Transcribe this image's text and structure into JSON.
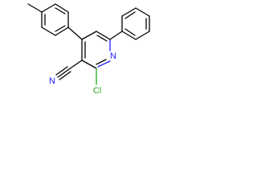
{
  "molecule": {
    "atom_labels": {
      "n_ring": "N",
      "cl": "Cl",
      "nitrile_n": "N"
    },
    "colors": {
      "bond": "#000000",
      "nitrogen": "#1a1aff",
      "chlorine": "#1fa81f",
      "background": "#ffffff"
    }
  }
}
